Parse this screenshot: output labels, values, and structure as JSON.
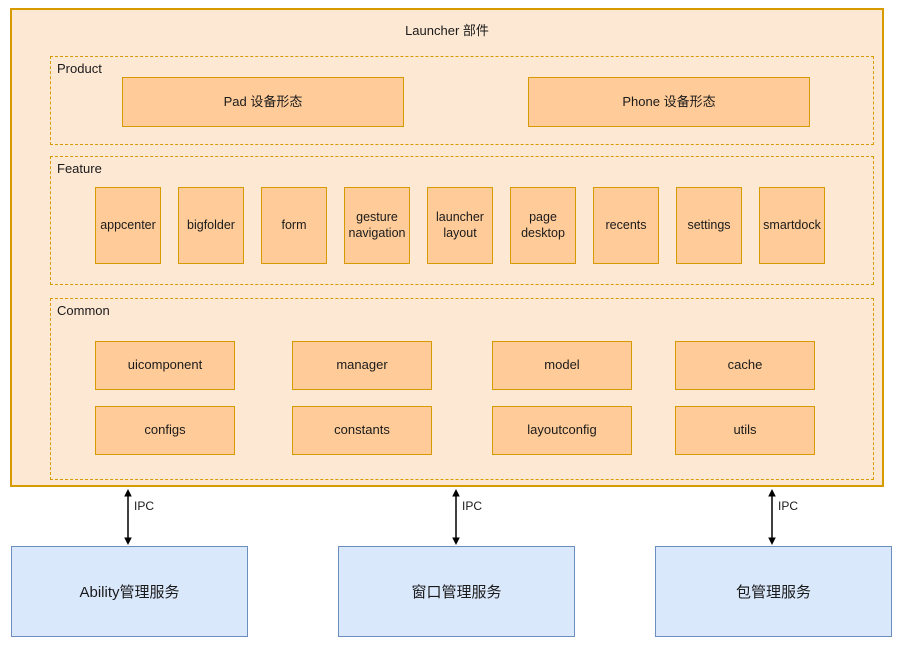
{
  "title": "Launcher 部件",
  "sections": {
    "product": {
      "label": "Product",
      "boxes": [
        "Pad 设备形态",
        "Phone 设备形态"
      ]
    },
    "feature": {
      "label": "Feature",
      "boxes": [
        "appcenter",
        "bigfolder",
        "form",
        "gesture navigation",
        "launcher layout",
        "page desktop",
        "recents",
        "settings",
        "smartdock"
      ]
    },
    "common": {
      "label": "Common",
      "row1": [
        "uicomponent",
        "manager",
        "model",
        "cache"
      ],
      "row2": [
        "configs",
        "constants",
        "layoutconfig",
        "utils"
      ]
    }
  },
  "ipc": {
    "label": "IPC"
  },
  "services": [
    "Ability管理服务",
    "窗口管理服务",
    "包管理服务"
  ],
  "colors": {
    "container_fill": "#FDE8D4",
    "node_fill": "#FFCC99",
    "orange_stroke": "#D79B00",
    "service_fill": "#DAE8FC",
    "service_stroke": "#6C8EBF",
    "arrow": "#000000"
  }
}
